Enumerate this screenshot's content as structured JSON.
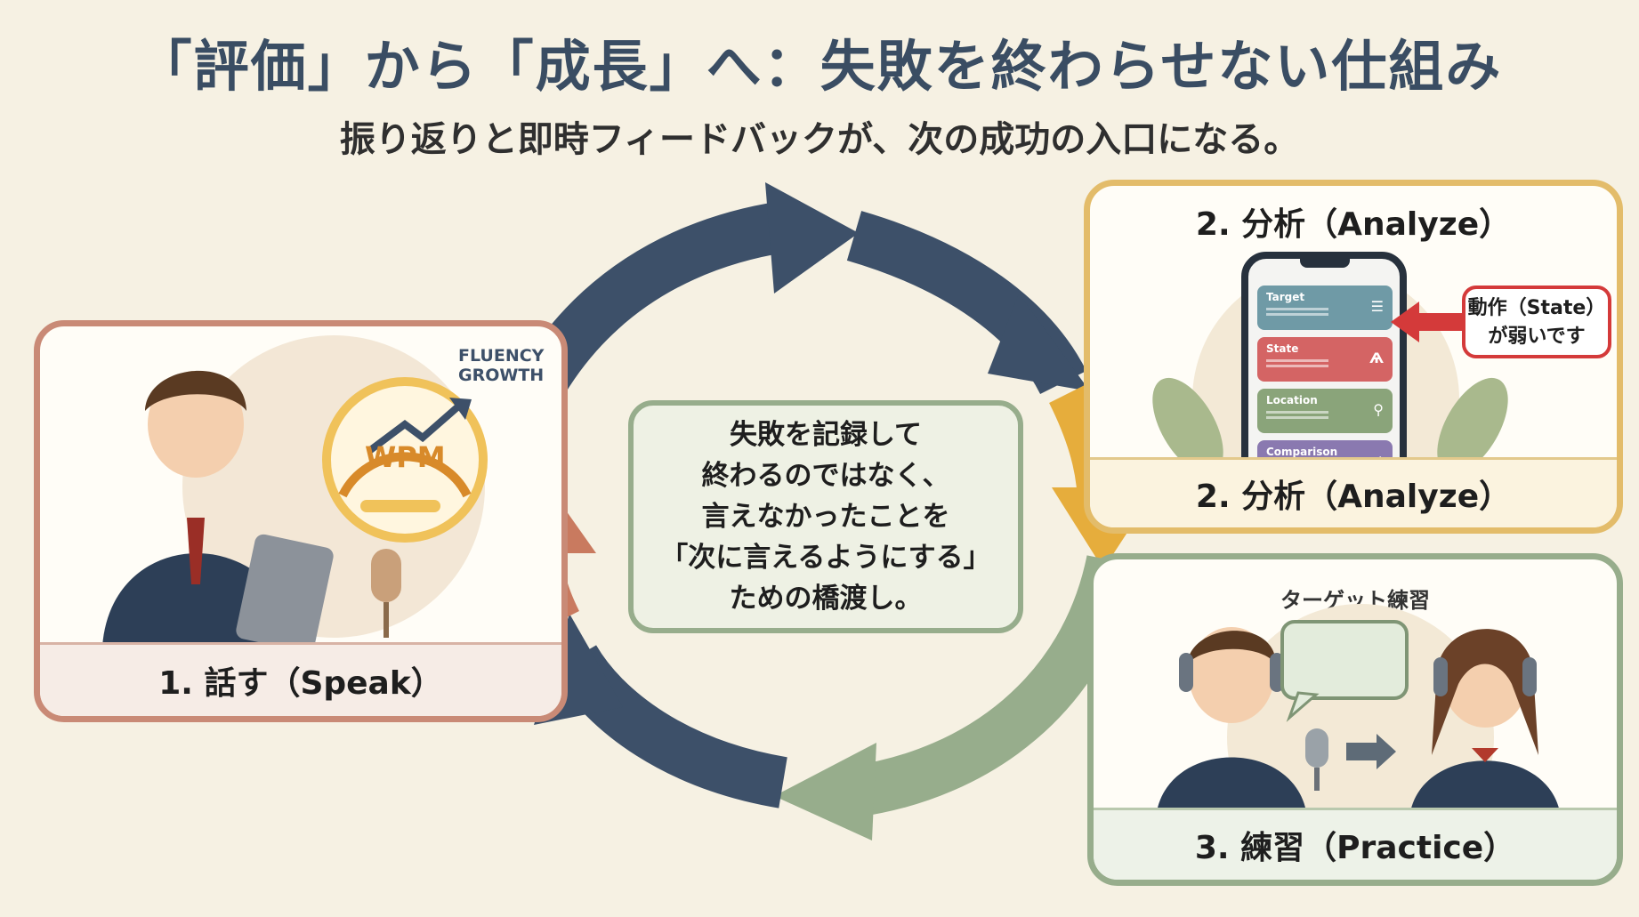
{
  "title": "「評価」から「成長」へ：失敗を終わらせない仕組み",
  "subtitle": "振り返りと即時フィードバックが、次の成功の入口になる。",
  "center": {
    "lines": [
      "失敗を記録して",
      "終わるのではなく、",
      "言えなかったことを",
      "「次に言えるようにする」",
      "ための橋渡し。"
    ]
  },
  "speak_panel": {
    "caption": "1. 話す（Speak）",
    "badge_line1": "FLUENCY",
    "badge_line2": "GROWTH",
    "gauge_text": "WPM"
  },
  "analyze_panel": {
    "title": "2. 分析（Analyze）",
    "caption": "2. 分析（Analyze）",
    "cards": [
      "Target",
      "State",
      "Location",
      "Comparison"
    ],
    "callout_line1": "動作（State）",
    "callout_line2": "が弱いです"
  },
  "practice_panel": {
    "label": "ターゲット練習",
    "caption": "3. 練習（Practice）"
  },
  "colors": {
    "navy": "#3d5069",
    "gold": "#e6ad3c",
    "sage": "#97ad8c",
    "terracotta": "#c97a5f"
  }
}
